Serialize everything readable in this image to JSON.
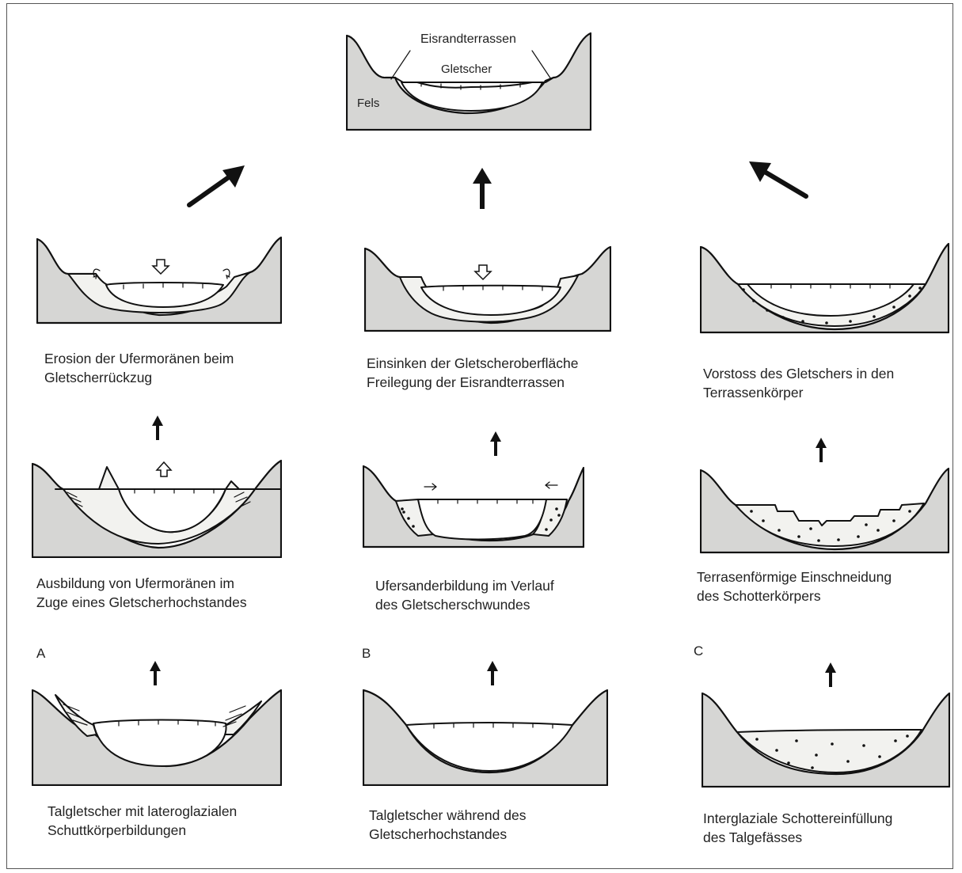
{
  "top": {
    "label_terraces": "Eisrandterrassen",
    "label_glacier": "Gletscher",
    "label_rock": "Fels"
  },
  "columns": [
    {
      "letter": "A",
      "stages": [
        {
          "line1": "Talgletscher mit lateroglazialen",
          "line2": "Schuttkörperbildungen"
        },
        {
          "line1": "Ausbildung von Ufermoränen im",
          "line2": "Zuge eines Gletscherhochstandes"
        },
        {
          "line1": "Erosion der Ufermoränen beim",
          "line2": "Gletscherrückzug"
        }
      ]
    },
    {
      "letter": "B",
      "stages": [
        {
          "line1": "Talgletscher während des",
          "line2": "Gletscherhochstandes"
        },
        {
          "line1": "Ufersanderbildung im Verlauf",
          "line2": "des Gletscherschwundes"
        },
        {
          "line1": "Einsinken der Gletscheroberfläche",
          "line2": "Freilegung der Eisrandterrassen"
        }
      ]
    },
    {
      "letter": "C",
      "stages": [
        {
          "line1": "Interglaziale Schottereinfüllung",
          "line2": "des Talgefässes"
        },
        {
          "line1": "Terrasenförmige Einschneidung",
          "line2": "des Schotterkörpers"
        },
        {
          "line1": "Vorstoss des Gletschers in den",
          "line2": "Terrassenkörper"
        }
      ]
    }
  ],
  "colors": {
    "rock": "#d6d6d4",
    "ice": "#ffffff",
    "sediment": "#f2f2ef",
    "ink": "#111111"
  }
}
